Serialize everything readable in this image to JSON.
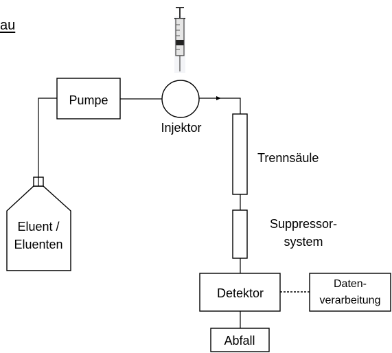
{
  "title_fragment": "au",
  "components": {
    "pump": "Pumpe",
    "injector": "Injektor",
    "column": "Trennsäule",
    "suppressor_line1": "Suppressor-",
    "suppressor_line2": "system",
    "eluent_line1": "Eluent /",
    "eluent_line2": "Eluenten",
    "detector": "Detektor",
    "data_line1": "Daten-",
    "data_line2": "verarbeitung",
    "waste": "Abfall"
  }
}
